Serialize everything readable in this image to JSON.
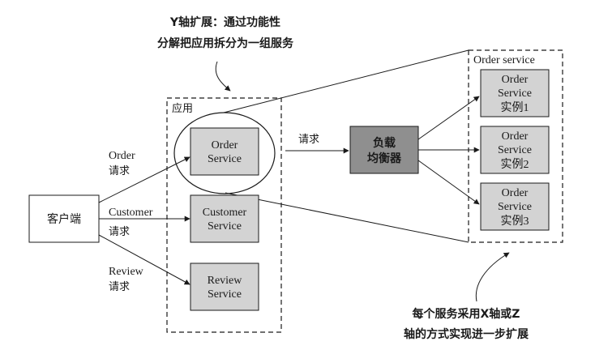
{
  "annotations": {
    "top_line1": "Y轴扩展：通过功能性",
    "top_line2": "分解把应用拆分为一组服务",
    "bottom_line1": "每个服务采用X轴或Z",
    "bottom_line2": "轴的方式实现进一步扩展"
  },
  "app": {
    "label": "应用"
  },
  "client": {
    "label": "客户端"
  },
  "services": {
    "order": {
      "line1": "Order",
      "line2": "Service"
    },
    "customer": {
      "line1": "Customer",
      "line2": "Service"
    },
    "review": {
      "line1": "Review",
      "line2": "Service"
    }
  },
  "requests": {
    "order": {
      "line1": "Order",
      "line2": "请求"
    },
    "customer": {
      "line1": "Customer",
      "line2": "请求"
    },
    "review": {
      "line1": "Review",
      "line2": "请求"
    },
    "lb": {
      "label": "请求"
    }
  },
  "load_balancer": {
    "line1": "负载",
    "line2": "均衡器"
  },
  "order_group": {
    "label": "Order service",
    "instances": [
      {
        "line1": "Order",
        "line2": "Service",
        "line3": "实例1"
      },
      {
        "line1": "Order",
        "line2": "Service",
        "line3": "实例2"
      },
      {
        "line1": "Order",
        "line2": "Service",
        "line3": "实例3"
      }
    ]
  },
  "colors": {
    "service_fill": "#d3d3d3",
    "lb_fill": "#8f8f8f",
    "stroke": "#1a1a1a"
  }
}
